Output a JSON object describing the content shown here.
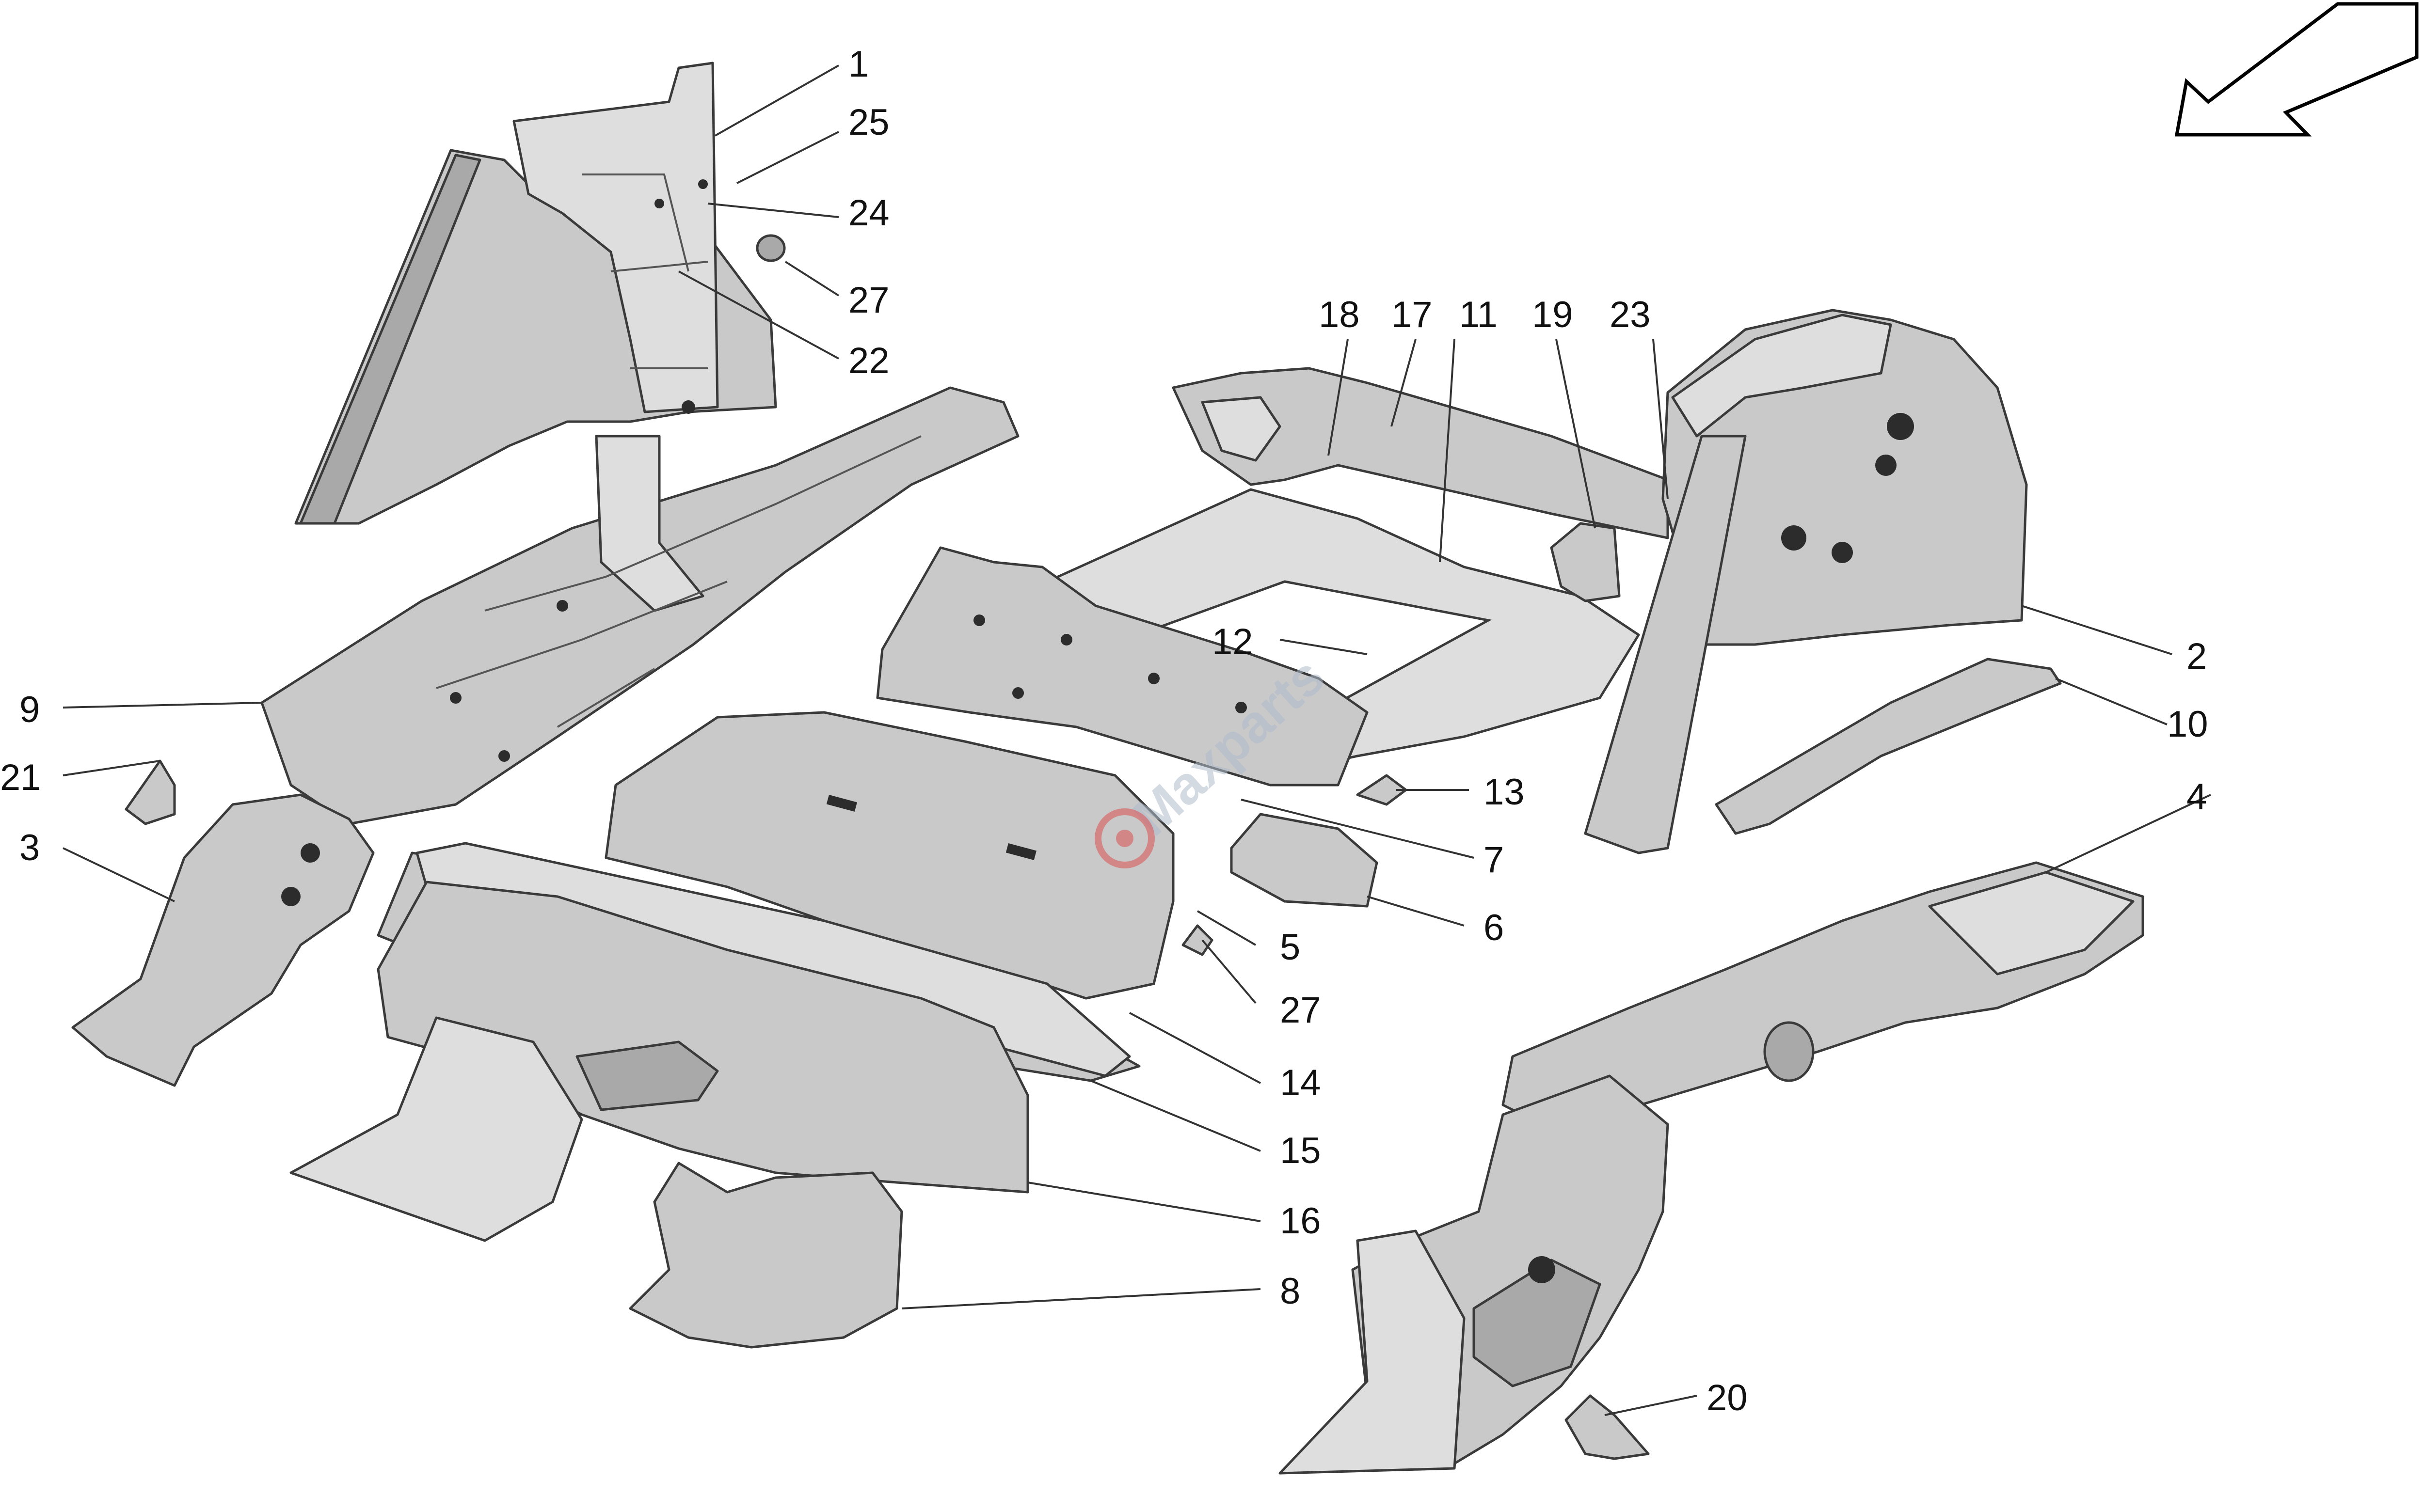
{
  "callouts": [
    {
      "id": "1",
      "label": "1"
    },
    {
      "id": "25",
      "label": "25"
    },
    {
      "id": "24",
      "label": "24"
    },
    {
      "id": "27a",
      "label": "27"
    },
    {
      "id": "22",
      "label": "22"
    },
    {
      "id": "18",
      "label": "18"
    },
    {
      "id": "17",
      "label": "17"
    },
    {
      "id": "11",
      "label": "11"
    },
    {
      "id": "19",
      "label": "19"
    },
    {
      "id": "23",
      "label": "23"
    },
    {
      "id": "2",
      "label": "2"
    },
    {
      "id": "10",
      "label": "10"
    },
    {
      "id": "4",
      "label": "4"
    },
    {
      "id": "12",
      "label": "12"
    },
    {
      "id": "13",
      "label": "13"
    },
    {
      "id": "7",
      "label": "7"
    },
    {
      "id": "6",
      "label": "6"
    },
    {
      "id": "5",
      "label": "5"
    },
    {
      "id": "27b",
      "label": "27"
    },
    {
      "id": "14",
      "label": "14"
    },
    {
      "id": "15",
      "label": "15"
    },
    {
      "id": "16",
      "label": "16"
    },
    {
      "id": "8",
      "label": "8"
    },
    {
      "id": "9",
      "label": "9"
    },
    {
      "id": "21",
      "label": "21"
    },
    {
      "id": "3",
      "label": "3"
    },
    {
      "id": "20",
      "label": "20"
    }
  ],
  "watermark": {
    "text": "Maxparts"
  },
  "colors": {
    "part_fill": "#c9c9c9",
    "outline": "#3a3a3a",
    "watermark": "#b0bccb"
  },
  "icons": {
    "direction": "direction-arrow-icon"
  }
}
